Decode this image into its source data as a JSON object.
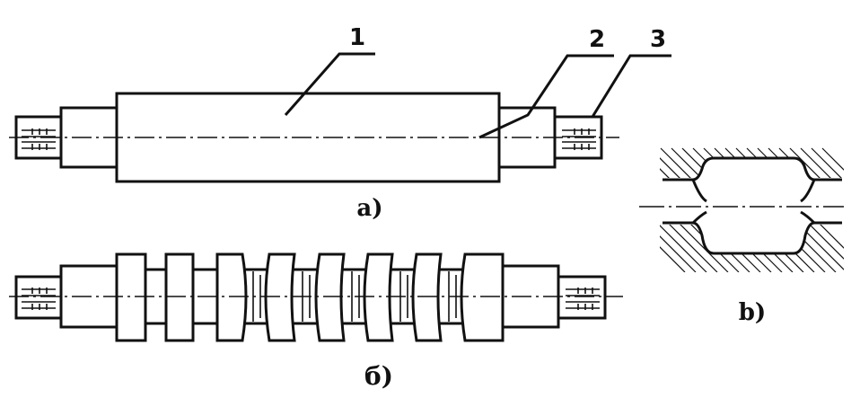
{
  "callouts": {
    "c1": "1",
    "c2": "2",
    "c3": "3"
  },
  "captions": {
    "a": "a)",
    "b": "б)",
    "v": "b)"
  },
  "colors": {
    "ink": "#111111",
    "paper": "#ffffff"
  }
}
